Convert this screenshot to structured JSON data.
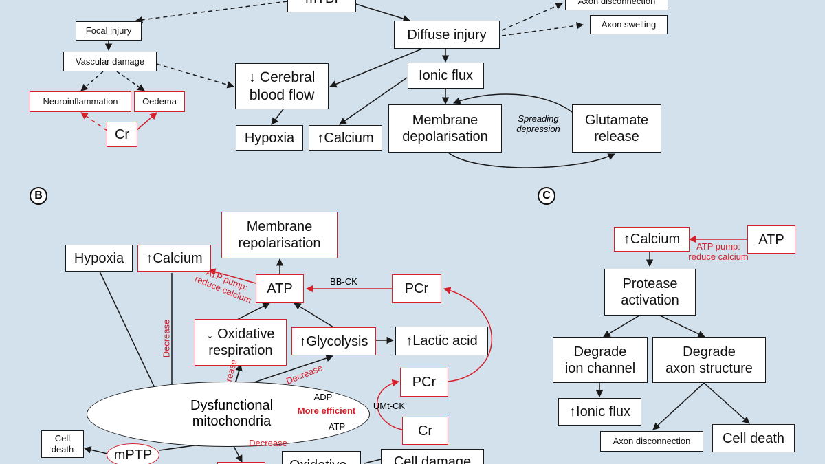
{
  "panel_a": {
    "root": "mTBI",
    "focal_injury": "Focal injury",
    "vascular_damage": "Vascular damage",
    "neuroinflammation": "Neuroinflammation",
    "oedema": "Oedema",
    "cr": "Cr",
    "diffuse_injury": "Diffuse injury",
    "axon_disconnection": "Axon disconnection",
    "axon_swelling": "Axon swelling",
    "cerebral_blood_flow": "↓ Cerebral\nblood flow",
    "ionic_flux": "Ionic flux",
    "hypoxia": "Hypoxia",
    "calcium": "↑Calcium",
    "membrane_depolarisation": "Membrane\ndepolarisation",
    "spreading_depression": "Spreading\ndepression",
    "glutamate_release": "Glutamate\nrelease"
  },
  "panel_b": {
    "label": "B",
    "membrane_repolarisation": "Membrane\nrepolarisation",
    "hypoxia": "Hypoxia",
    "calcium": "↑Calcium",
    "atp": "ATP",
    "bb_ck": "BB-CK",
    "pcr_top": "PCr",
    "atp_pump": "ATP pump:\nreduce calcium",
    "decrease_1": "Decrease",
    "oxidative_respiration": "↓ Oxidative\nrespiration",
    "glycolysis": "↑Glycolysis",
    "lactic_acid": "↑Lactic acid",
    "increase": "Increase",
    "decrease_2": "Decrease",
    "pcr_mid": "PCr",
    "umt_ck": "UMt-CK",
    "dysfunctional_mitochondria": "Dysfunctional\nmitochondria",
    "adp": "ADP",
    "more_efficient": "More efficient",
    "atp_small": "ATP",
    "cr": "Cr",
    "cell_death": "Cell\ndeath",
    "mptp": "mPTP",
    "decrease_3": "Decrease",
    "oxidative": "Oxidative",
    "cell_damage": "Cell damage"
  },
  "panel_c": {
    "label": "C",
    "calcium": "↑Calcium",
    "atp": "ATP",
    "atp_pump": "ATP pump:\nreduce calcium",
    "protease_activation": "Protease\nactivation",
    "degrade_ion_channel": "Degrade\nion channel",
    "degrade_axon_structure": "Degrade\naxon structure",
    "ionic_flux": "↑Ionic flux",
    "axon_disconnection": "Axon disconnection",
    "cell_death": "Cell death"
  },
  "colors": {
    "background": "#d3e1ed",
    "accent_red": "#d4202a",
    "line": "#1a1a1a"
  }
}
